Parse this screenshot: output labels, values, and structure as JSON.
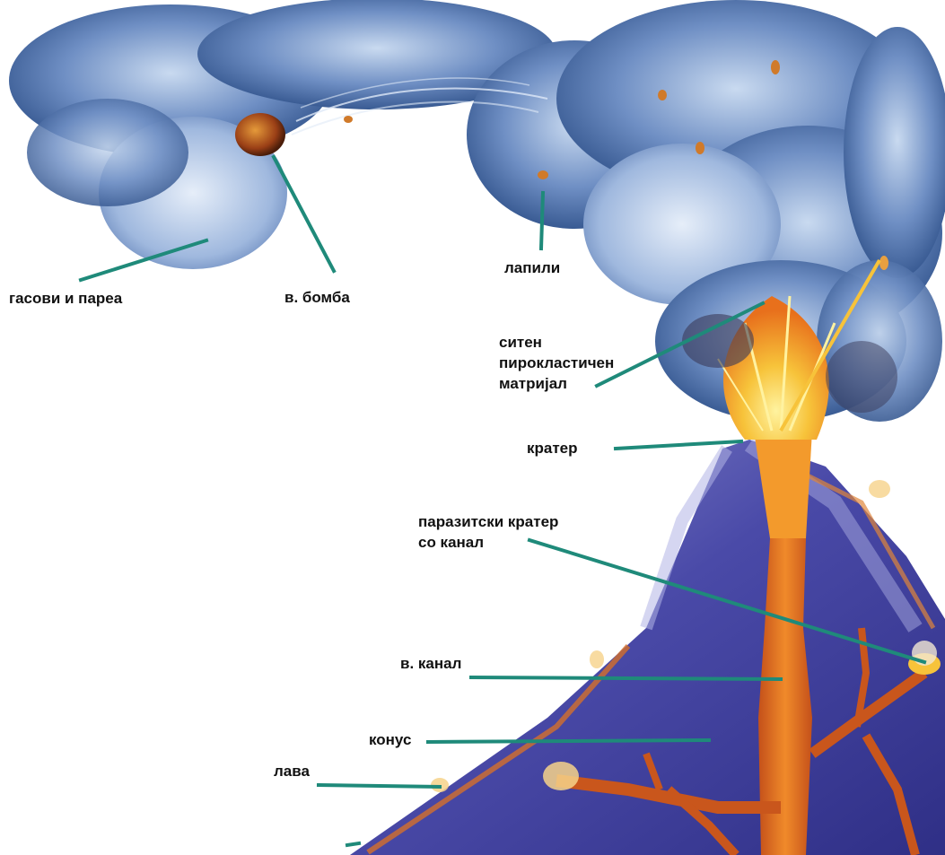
{
  "colors": {
    "leader_line": "#1f8a7a",
    "smoke_dark": "#2d4f88",
    "smoke_light": "#a9c2e2",
    "cone_blue": "#4a4aa8",
    "cone_light": "#8c8ed0",
    "magma_orange": "#e8701c",
    "magma_yellow": "#f7c33a",
    "label_text": "#111111"
  },
  "labels": {
    "gases": "гасови и пареа",
    "bomb": "в. бомба",
    "lapilli": "лапили",
    "pyroclastic_line1": "ситен",
    "pyroclastic_line2": "пирокластичен",
    "pyroclastic_line3": "матријал",
    "crater": "кратер",
    "parasitic_line1": "паразитски кратер",
    "parasitic_line2": "со канал",
    "vent": "в. канал",
    "cone": "конус",
    "lava": "лава"
  }
}
